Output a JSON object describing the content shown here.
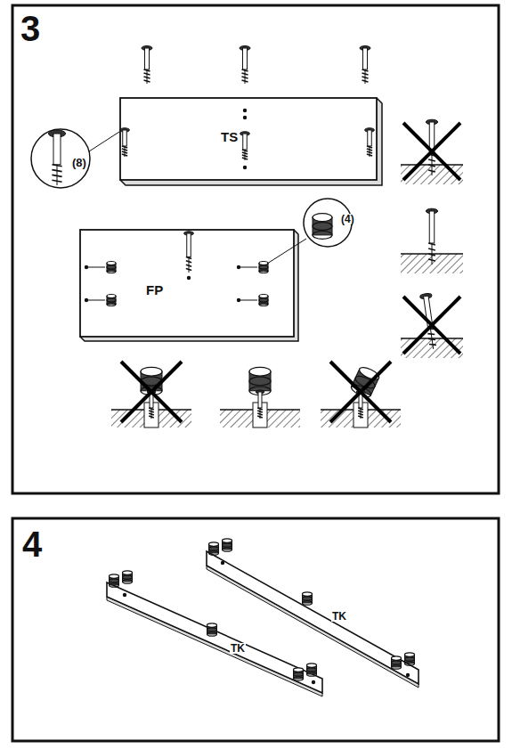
{
  "diagram": {
    "labels": [
      "3",
      "TS",
      "(8)",
      "FP",
      "(4)",
      "4",
      "TK",
      "TK"
    ]
  }
}
